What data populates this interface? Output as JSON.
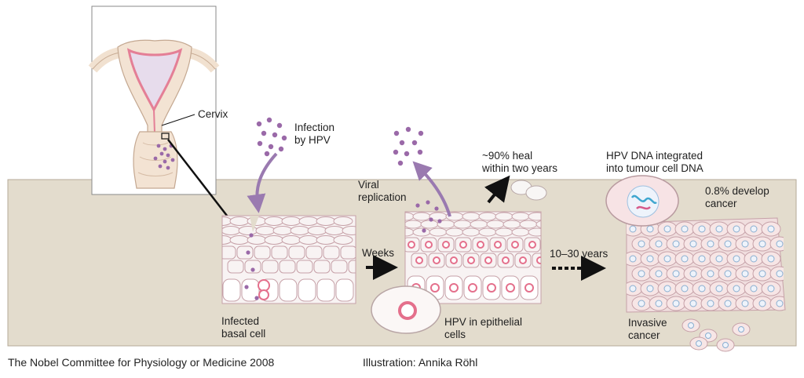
{
  "labels": {
    "cervix": "Cervix",
    "infection": "Infection\nby HPV",
    "infected_basal_cell": "Infected\nbasal cell",
    "weeks": "Weeks",
    "viral_replication": "Viral\nreplication",
    "hpv_in_epithelial": "HPV in epithelial\ncells",
    "heal": "~90% heal\nwithin two years",
    "years": "10–30 years",
    "dna_integrated": "HPV DNA integrated\ninto tumour cell DNA",
    "develop_cancer": "0.8% develop\ncancer",
    "invasive_cancer": "Invasive\ncancer"
  },
  "credits": {
    "committee": "The Nobel Committee for Physiology or Medicine 2008",
    "illustration": "Illustration: Annika Röhl"
  },
  "colors": {
    "background_band": "#e3dccd",
    "band_border": "#b4aa98",
    "virus": "#9a69a8",
    "arrow_purple": "#9a7ab0",
    "nucleus": "#e4708c",
    "cell_outline": "#c6a1a8",
    "cell_fill": "#f8f3f3",
    "skin": "#f1e1d0",
    "uterus_pink": "#e88a9f"
  }
}
